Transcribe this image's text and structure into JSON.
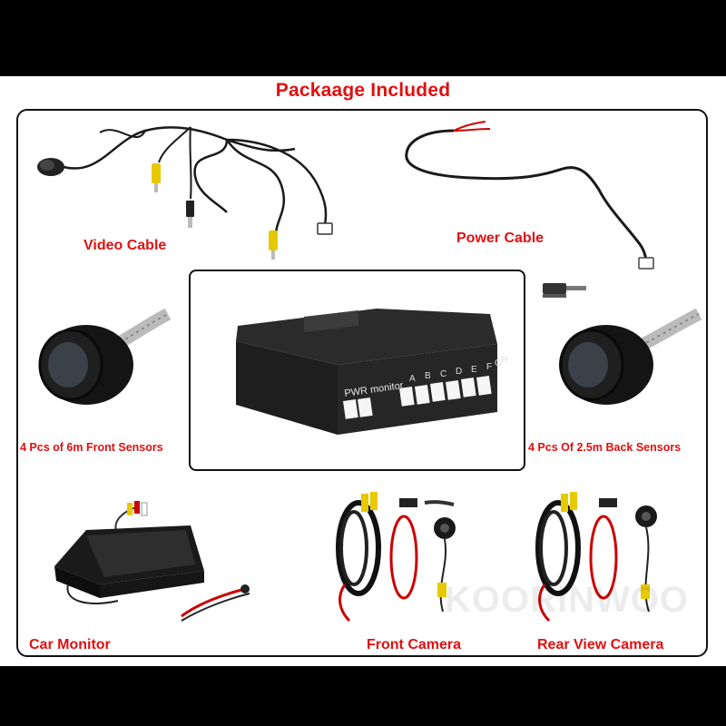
{
  "heading": "Packaage Included",
  "labels": {
    "video_cable": "Video Cable",
    "power_cable": "Power Cable",
    "front_sensors": "4 Pcs of 6m Front Sensors",
    "back_sensors": "4 Pcs Of 2.5m Back Sensors",
    "car_monitor": "Car Monitor",
    "front_camera": "Front Camera",
    "rear_camera": "Rear View Camera"
  },
  "control_box": {
    "pwr_label": "PWR monitor",
    "ports": [
      "A",
      "B",
      "C",
      "D",
      "E",
      "F",
      "G",
      "H"
    ]
  },
  "watermark": "KOORINWOO",
  "colors": {
    "label_red": "#e01010",
    "border": "#111111",
    "background": "#000000"
  }
}
